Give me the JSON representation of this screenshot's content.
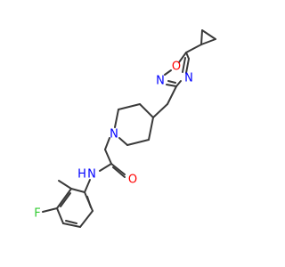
{
  "molecule": {
    "atoms": {
      "ring_O": {
        "symbol": "O",
        "color": "#ff0000"
      },
      "ring_N2": {
        "symbol": "N",
        "color": "#0000ff"
      },
      "ring_N4": {
        "symbol": "N",
        "color": "#0000ff"
      },
      "pip_N": {
        "symbol": "N",
        "color": "#0000ff"
      },
      "amide_O": {
        "symbol": "O",
        "color": "#ff0000"
      },
      "amide_N": {
        "symbol": "N",
        "color": "#0000ff"
      },
      "amide_H": {
        "symbol": "H",
        "color": "#0000ff"
      },
      "fluorine": {
        "symbol": "F",
        "color": "#33cc33"
      }
    },
    "bond_color": "#3a3a3a"
  }
}
